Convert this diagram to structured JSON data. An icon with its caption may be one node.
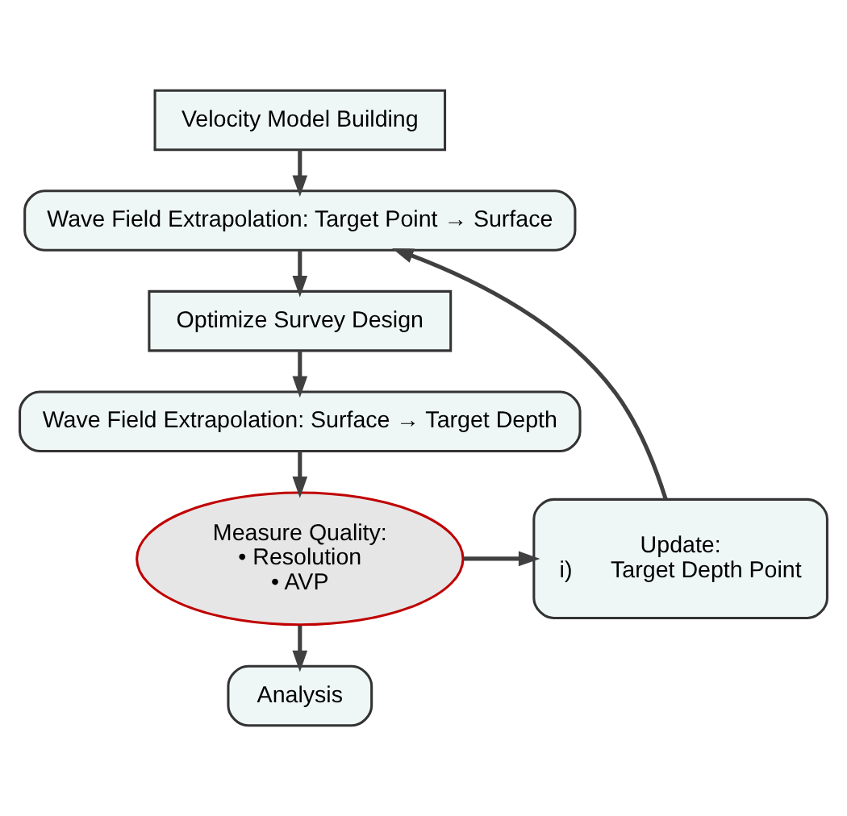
{
  "diagram": {
    "nodes": [
      {
        "text": [
          "Velocity Model Building"
        ]
      },
      {
        "text": [
          "Wave Field Extrapolation: Target Point → Surface"
        ]
      },
      {
        "text": [
          "Optimize Survey Design"
        ]
      },
      {
        "text": [
          "Wave Field Extrapolation: Surface → Target Depth"
        ]
      },
      {
        "text": [
          "Measure Quality:",
          "• Resolution",
          "• AVP"
        ]
      },
      {
        "text": [
          "Update:",
          "i)      Target Depth Point"
        ]
      },
      {
        "text": [
          "Analysis"
        ]
      }
    ],
    "edges": [
      {
        "from": 0,
        "to": 1,
        "arrow": "to"
      },
      {
        "from": 1,
        "to": 2,
        "arrow": "to"
      },
      {
        "from": 2,
        "to": 3,
        "arrow": "to"
      },
      {
        "from": 3,
        "to": 4,
        "arrow": "to"
      },
      {
        "from": 4,
        "to": 5,
        "arrow": "to"
      },
      {
        "from": 5,
        "to": 1,
        "arrow": "to"
      },
      {
        "from": 4,
        "to": 6,
        "arrow": "to"
      }
    ]
  }
}
